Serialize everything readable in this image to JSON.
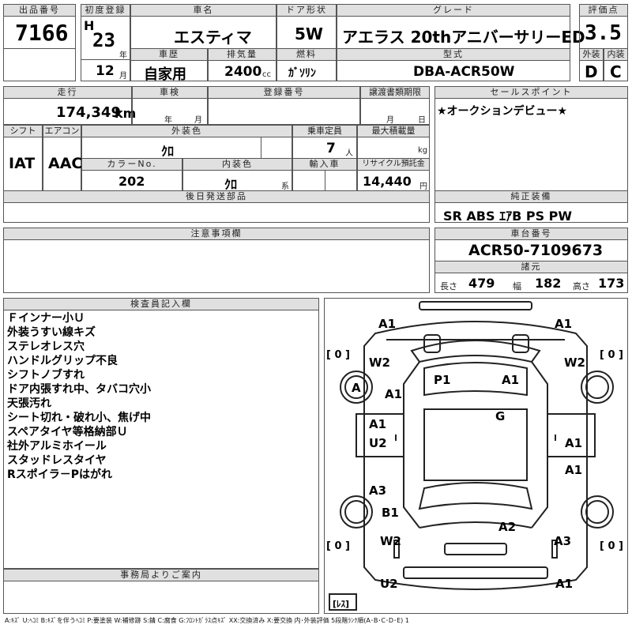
{
  "lot": {
    "label": "出品番号",
    "value": "7166"
  },
  "first_reg": {
    "label": "初度登録",
    "era": "H",
    "year": "23",
    "year_unit": "年",
    "month": "12",
    "month_unit": "月"
  },
  "car_name": {
    "label": "車名",
    "value": "エスティマ"
  },
  "door": {
    "label": "ドア形状",
    "value": "5W"
  },
  "grade": {
    "label": "グレード",
    "value": "アエラス 20thアニバーサリーED"
  },
  "score": {
    "label": "評価点",
    "value": "3.5"
  },
  "history": {
    "label": "車歴",
    "value": "自家用"
  },
  "displacement": {
    "label": "排気量",
    "value": "2400",
    "unit": "cc"
  },
  "fuel": {
    "label": "燃料",
    "value": "ｶﾞｿﾘﾝ"
  },
  "model": {
    "label": "型式",
    "value": "DBA-ACR50W"
  },
  "exterior_grade": {
    "label": "外装",
    "value": "D"
  },
  "interior_grade": {
    "label": "内装",
    "value": "C"
  },
  "mileage": {
    "label": "走行",
    "value": "174,349",
    "unit": "km"
  },
  "inspection": {
    "label": "車検",
    "year_unit": "年",
    "month_unit": "月"
  },
  "reg_number": {
    "label": "登録番号"
  },
  "transfer_deadline": {
    "label": "譲渡書類期限",
    "month_unit": "月",
    "day_unit": "日"
  },
  "shift": {
    "label": "シフト",
    "value": "IAT"
  },
  "aircon": {
    "label": "エアコン",
    "value": "AAC"
  },
  "ext_color": {
    "label": "外装色",
    "value": "ｸﾛ"
  },
  "capacity": {
    "label": "乗車定員",
    "value": "7",
    "unit": "人"
  },
  "max_load": {
    "label": "最大積載量",
    "unit": "kg"
  },
  "color_no": {
    "label": "カラーNo.",
    "value": "202"
  },
  "int_color": {
    "label": "内装色",
    "value": "ｸﾛ",
    "unit": "系"
  },
  "import": {
    "label": "輸入車"
  },
  "recycle": {
    "label": "リサイクル預託金",
    "value": "14,440",
    "unit": "円"
  },
  "later_parts": {
    "label": "後日発送部品"
  },
  "sales_point": {
    "label": "セールスポイント",
    "value": "★オークションデビュー★"
  },
  "equipment": {
    "label": "純正装備",
    "value": "SR ABS ｴｱB PS PW"
  },
  "caution": {
    "label": "注意事項欄"
  },
  "chassis": {
    "label": "車台番号",
    "value": "ACR50-7109673"
  },
  "specs": {
    "label": "諸元",
    "length_label": "長さ",
    "length": "479",
    "width_label": "幅",
    "width": "182",
    "height_label": "高さ",
    "height": "173"
  },
  "inspector": {
    "label": "検査員記入欄",
    "notes": [
      "Ｆインナー小Ｕ",
      "外装うすい線キズ",
      "ステレオレス穴",
      "ハンドルグリップ不良",
      "シフトノブすれ",
      "ドア内張すれ中、タバコ穴小",
      "天張汚れ",
      "シート切れ・破れ小、焦げ中",
      "スペアタイヤ等格納部Ｕ",
      "社外アルミホイール",
      "スタッドレスタイヤ",
      "Rスポイラ－Pはがれ"
    ]
  },
  "office": {
    "label": "事務局よりご案内"
  },
  "diagram": {
    "marks": [
      {
        "id": "f-left",
        "text": "A1"
      },
      {
        "id": "f-right",
        "text": "A1"
      },
      {
        "id": "lw2",
        "text": "W2"
      },
      {
        "id": "rw2",
        "text": "W2"
      },
      {
        "id": "a-wheel",
        "text": "A"
      },
      {
        "id": "a1-lf",
        "text": "A1"
      },
      {
        "id": "p1",
        "text": "P1"
      },
      {
        "id": "a1-roof",
        "text": "A1"
      },
      {
        "id": "g",
        "text": "G"
      },
      {
        "id": "a1-ld",
        "text": "A1"
      },
      {
        "id": "u2-ld",
        "text": "U2"
      },
      {
        "id": "a1-rd",
        "text": "A1"
      },
      {
        "id": "a1-rd2",
        "text": "A1"
      },
      {
        "id": "a3-l",
        "text": "A3"
      },
      {
        "id": "b1",
        "text": "B1"
      },
      {
        "id": "a2",
        "text": "A2"
      },
      {
        "id": "w2-lr",
        "text": "W2"
      },
      {
        "id": "a3-r",
        "text": "A3"
      },
      {
        "id": "u2-rear",
        "text": "U2"
      },
      {
        "id": "a1-rear",
        "text": "A1"
      }
    ],
    "tire_fl": "[ 0 ]",
    "tire_fr": "[ 0 ]",
    "tire_rl": "[ 0 ]",
    "tire_rr": "[ 0 ]",
    "spare": "[ﾚｽ]"
  },
  "legend": "A:ｷｽﾞ U:ﾍｺﾐ B:ｷｽﾞを伴うﾍｺﾐ P:要塗装 W:補修跡 S:錆 C:腐食 G:ﾌﾛﾝﾄｶﾞﾗｽ点ｷｽﾞ XX:交換済み X:要交換 内･外装評価 5段階ﾗﾝｸ順(A･B･C･D･E) 1"
}
